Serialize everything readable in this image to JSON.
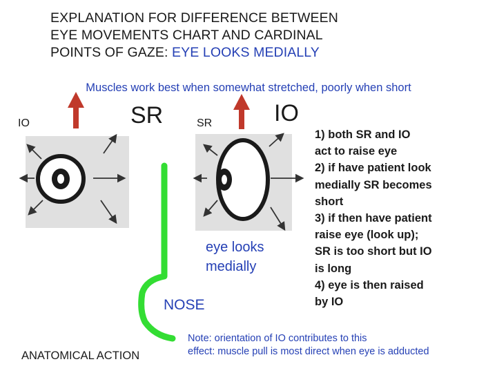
{
  "title": {
    "line1": "EXPLANATION FOR DIFFERENCE BETWEEN",
    "line2": "EYE MOVEMENTS CHART AND CARDINAL",
    "line3_prefix": "POINTS OF GAZE: ",
    "line3_highlight": "EYE LOOKS MEDIALLY"
  },
  "subtitle": "Muscles work best when somewhat stretched,  poorly when short",
  "left_eye": {
    "label_io": "IO",
    "label_sr": "SR"
  },
  "right_eye": {
    "label_sr": "SR",
    "label_io": "IO"
  },
  "eye_caption": {
    "line1": "eye looks",
    "line2": "medially"
  },
  "nose_label": "NOSE",
  "anatomical_label": "ANATOMICAL ACTION",
  "notes": [
    "1) both SR and IO",
    "act to raise eye",
    "2) if have patient look",
    "medially SR becomes",
    "short",
    "3) if then have patient",
    "raise eye (look up);",
    "SR is too short but IO",
    "is long",
    "4) eye is then raised",
    "by IO"
  ],
  "bottom_note": {
    "line1": "Note: orientation of IO contributes  to this",
    "line2": "effect: muscle pull is most direct when eye is adducted"
  },
  "colors": {
    "blue_text": "#2540b5",
    "red_arrow": "#c0392b",
    "green_nose": "#33dd33",
    "eye_outline": "#1a1a1a",
    "eye_shadow": "#e0e0e0"
  }
}
